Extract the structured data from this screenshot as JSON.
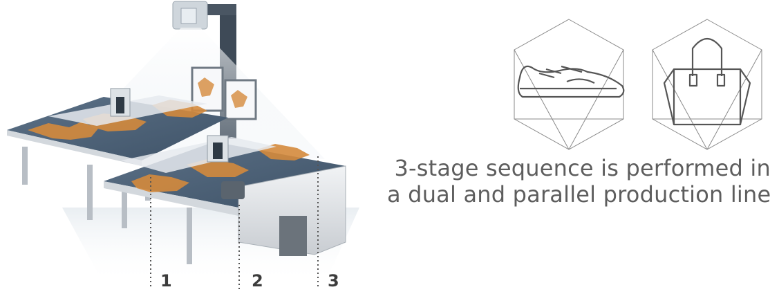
{
  "caption": {
    "line1": "3-stage sequence is performed in",
    "line2": "a dual and parallel production line"
  },
  "stages": [
    "1",
    "2",
    "3"
  ],
  "icons": [
    "sneaker-icon",
    "handbag-icon"
  ],
  "colors": {
    "table_surface": "#4d6278",
    "leather": "#d48a3c",
    "machine_body": "#e4e7ea",
    "text": "#5d5d5d"
  }
}
